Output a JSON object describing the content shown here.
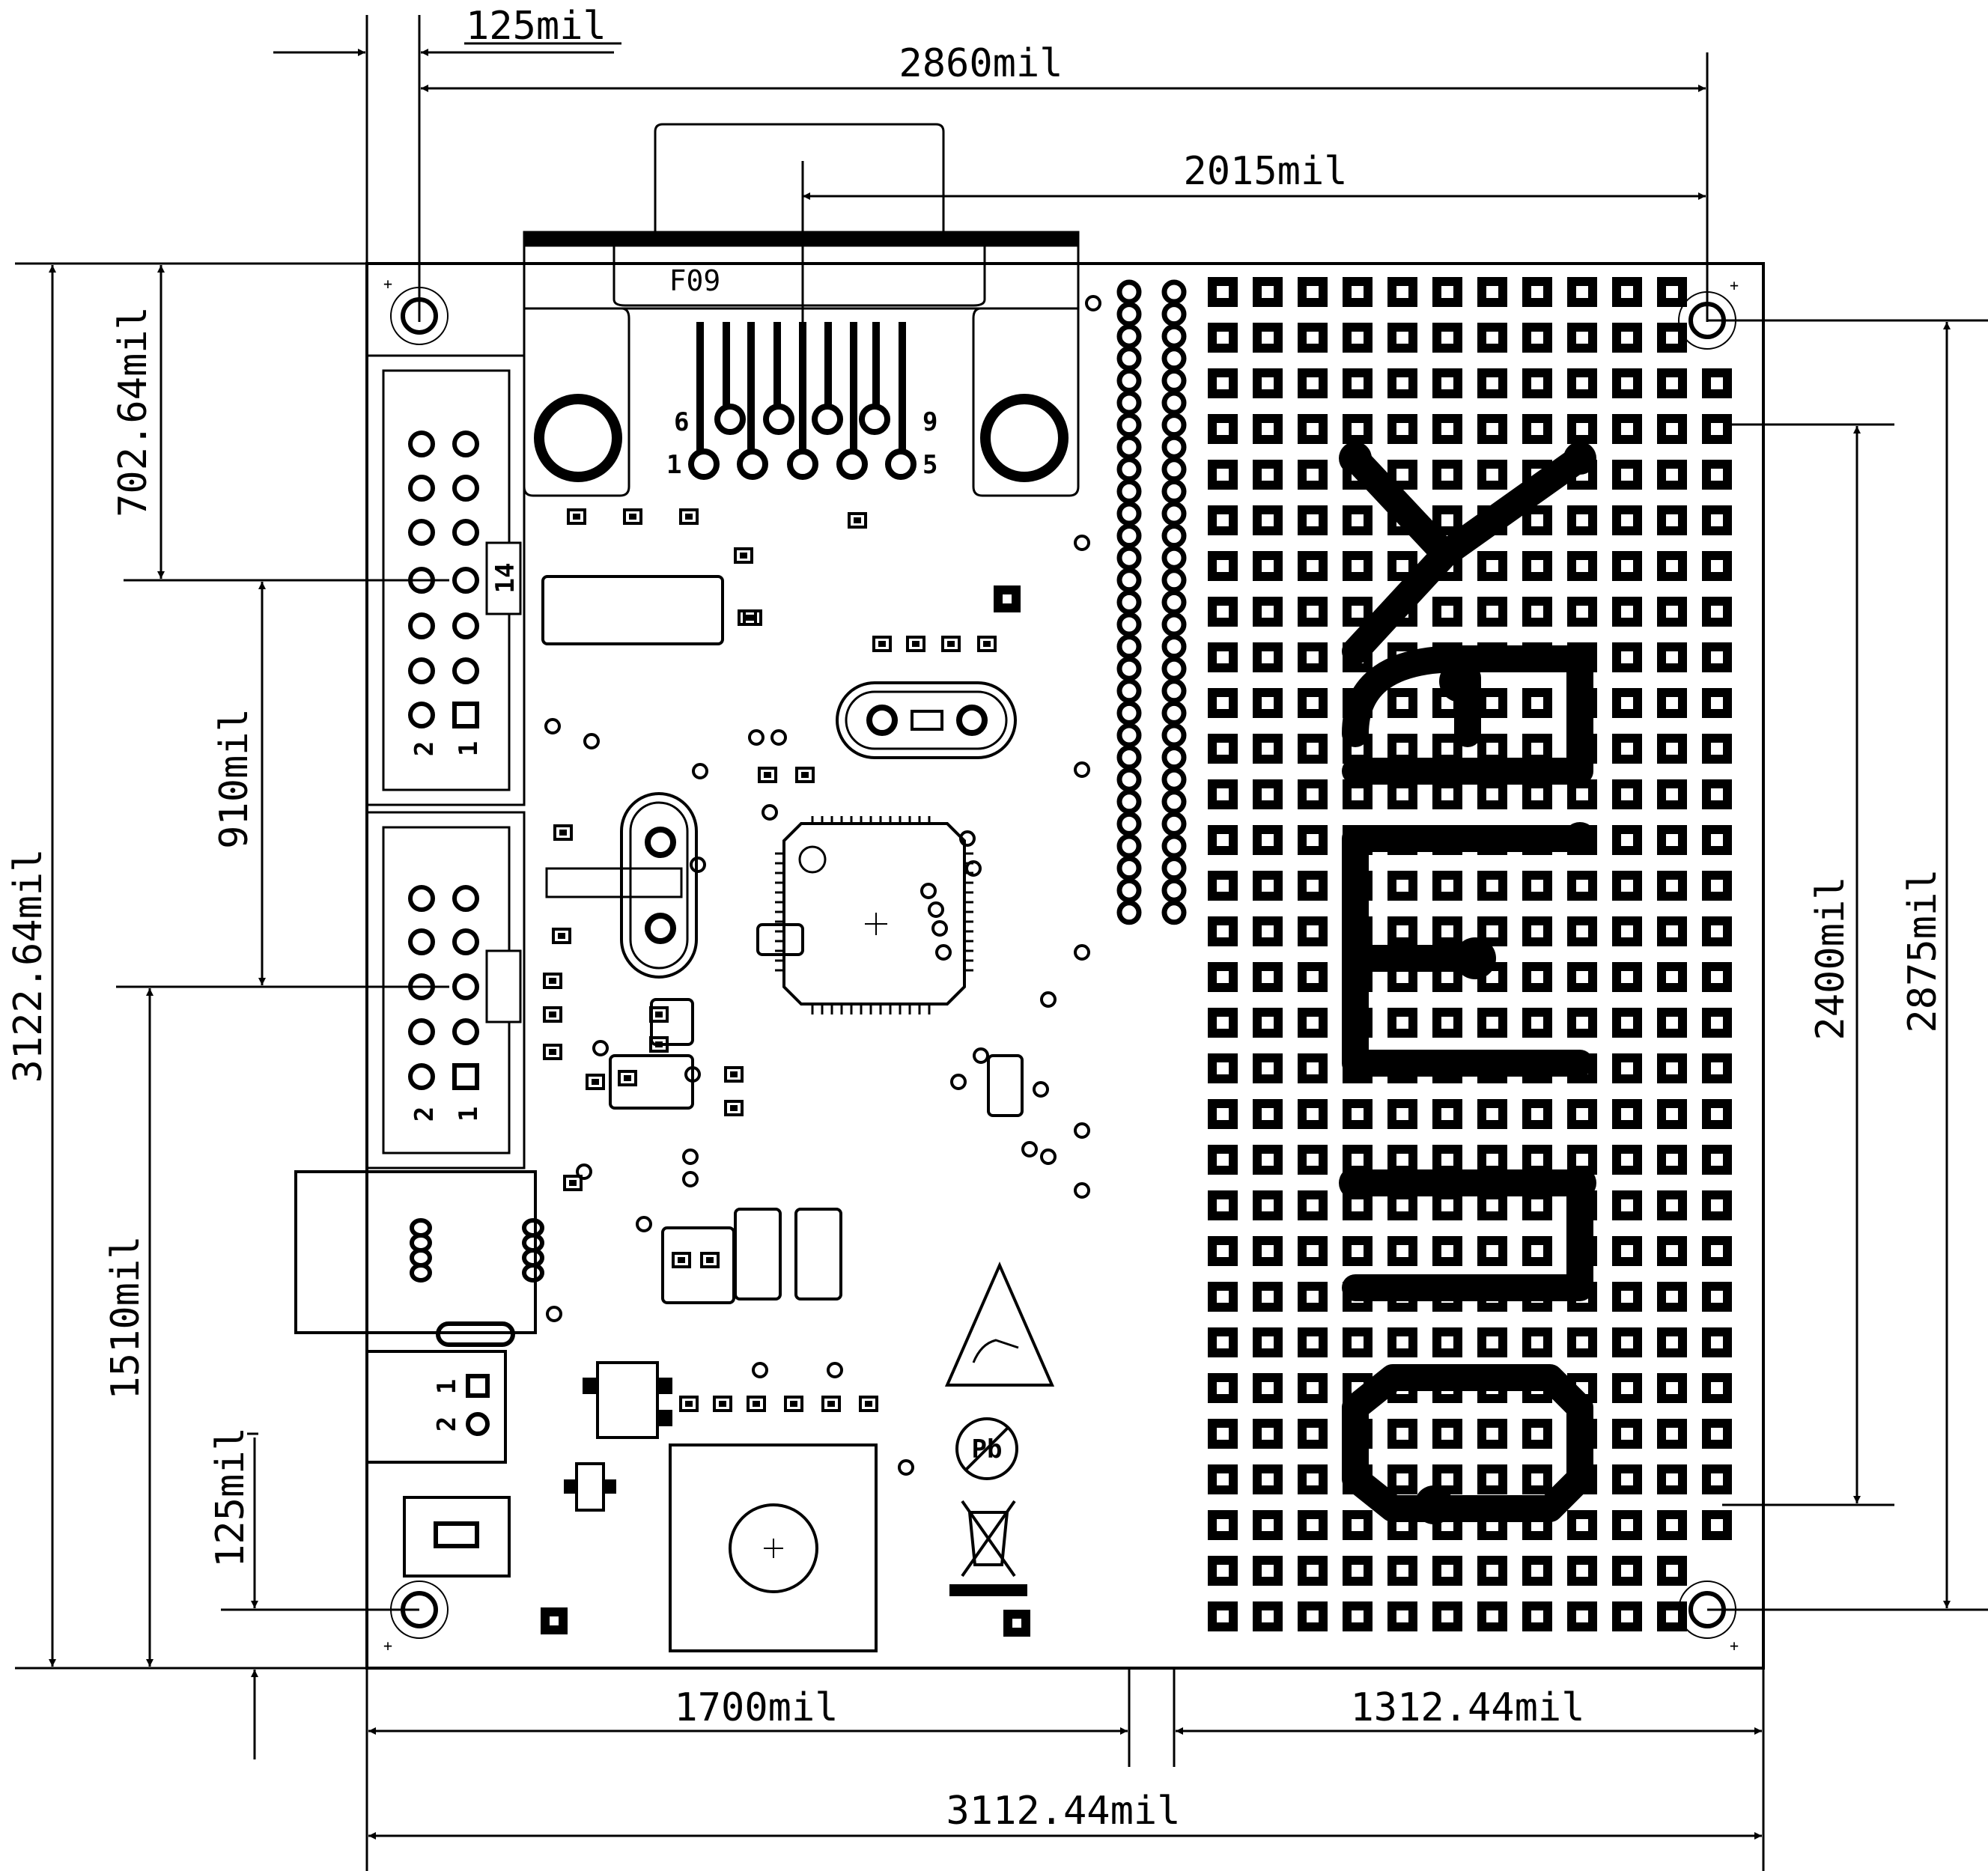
{
  "dimensions": {
    "mount_offset_top": "125mil",
    "mount_span_x": "2860mil",
    "db9_offset": "2015mil",
    "board_height": "3122.64mil",
    "connector_top": "702.64mil",
    "connector_pitch": "910mil",
    "connector_bottom": "1510mil",
    "mount_offset_left": "125mil",
    "left_section": "1700mil",
    "proto_section": "1312.44mil",
    "board_width": "3112.44mil",
    "proto_holes_y": "2400mil",
    "mount_span_y": "2875mil"
  },
  "labels": {
    "db9": "F09",
    "db9_pin6": "6",
    "db9_pin9": "9",
    "db9_pin1": "1",
    "db9_pin5": "5",
    "jtag_pin14": "14",
    "hdr1_pin2": "2",
    "hdr1_pin1": "1",
    "hdr2_pin2": "2",
    "hdr2_pin1": "1",
    "pwr_pin2": "2",
    "pwr_pin1": "1",
    "pb_mark": "Pb"
  },
  "logo": {
    "text": "OLIMEX",
    "color": "#000000"
  },
  "colors": {
    "ink": "#000000",
    "paper": "#ffffff"
  }
}
